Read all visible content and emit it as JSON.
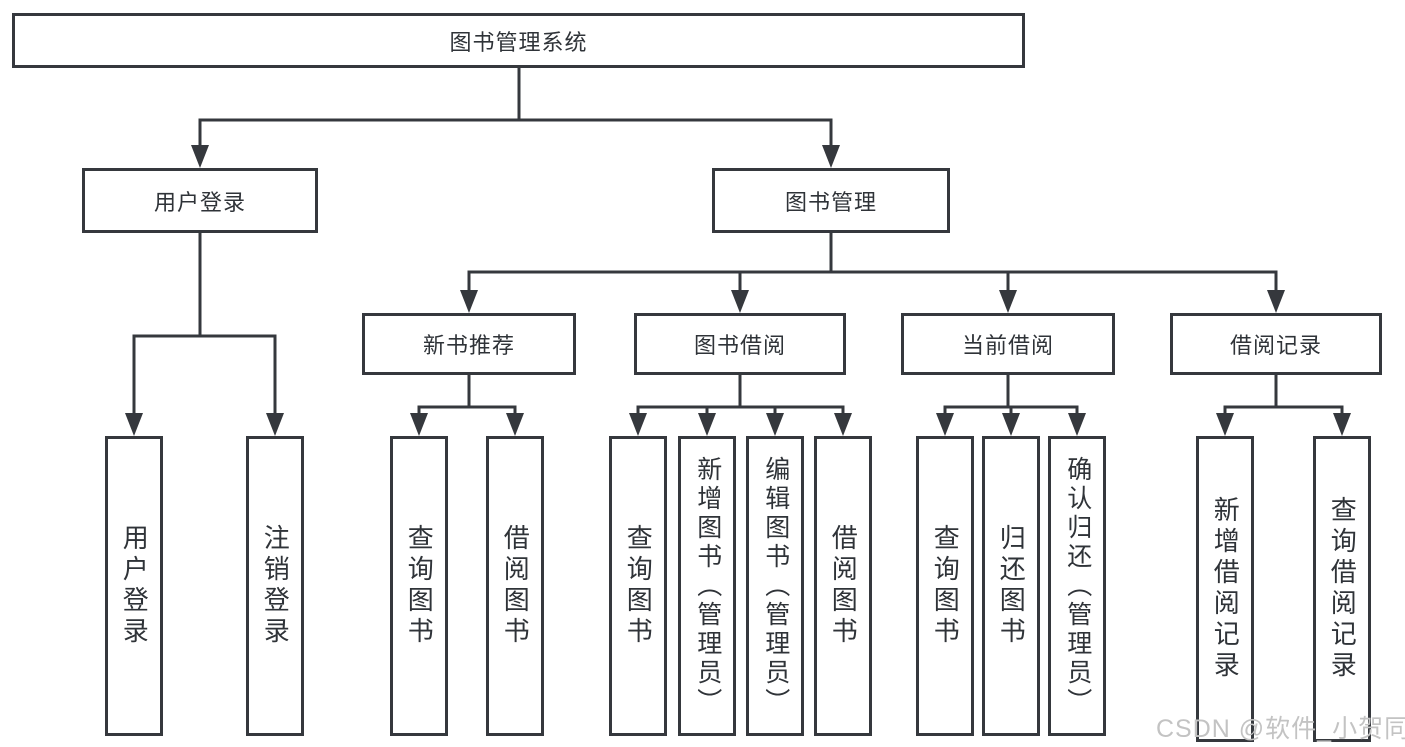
{
  "colors": {
    "line": "#35383d",
    "text": "#2f3338",
    "watermark_text_color": "#c3c3c3",
    "background": "#ffffff"
  },
  "watermark": "CSDN @软件_小贺同学",
  "tree": {
    "root": "图书管理系统",
    "branches": [
      {
        "label": "用户登录",
        "children": [
          "用户登录",
          "注销登录"
        ]
      },
      {
        "label": "图书管理",
        "groups": [
          {
            "label": "新书推荐",
            "children": [
              "查询图书",
              "借阅图书"
            ]
          },
          {
            "label": "图书借阅",
            "children": [
              "查询图书",
              "新增图书（管理员）",
              "编辑图书（管理员）",
              "借阅图书"
            ]
          },
          {
            "label": "当前借阅",
            "children": [
              "查询图书",
              "归还图书",
              "确认归还（管理员）"
            ]
          },
          {
            "label": "借阅记录",
            "children": [
              "新增借阅记录",
              "查询借阅记录"
            ]
          }
        ]
      }
    ]
  }
}
